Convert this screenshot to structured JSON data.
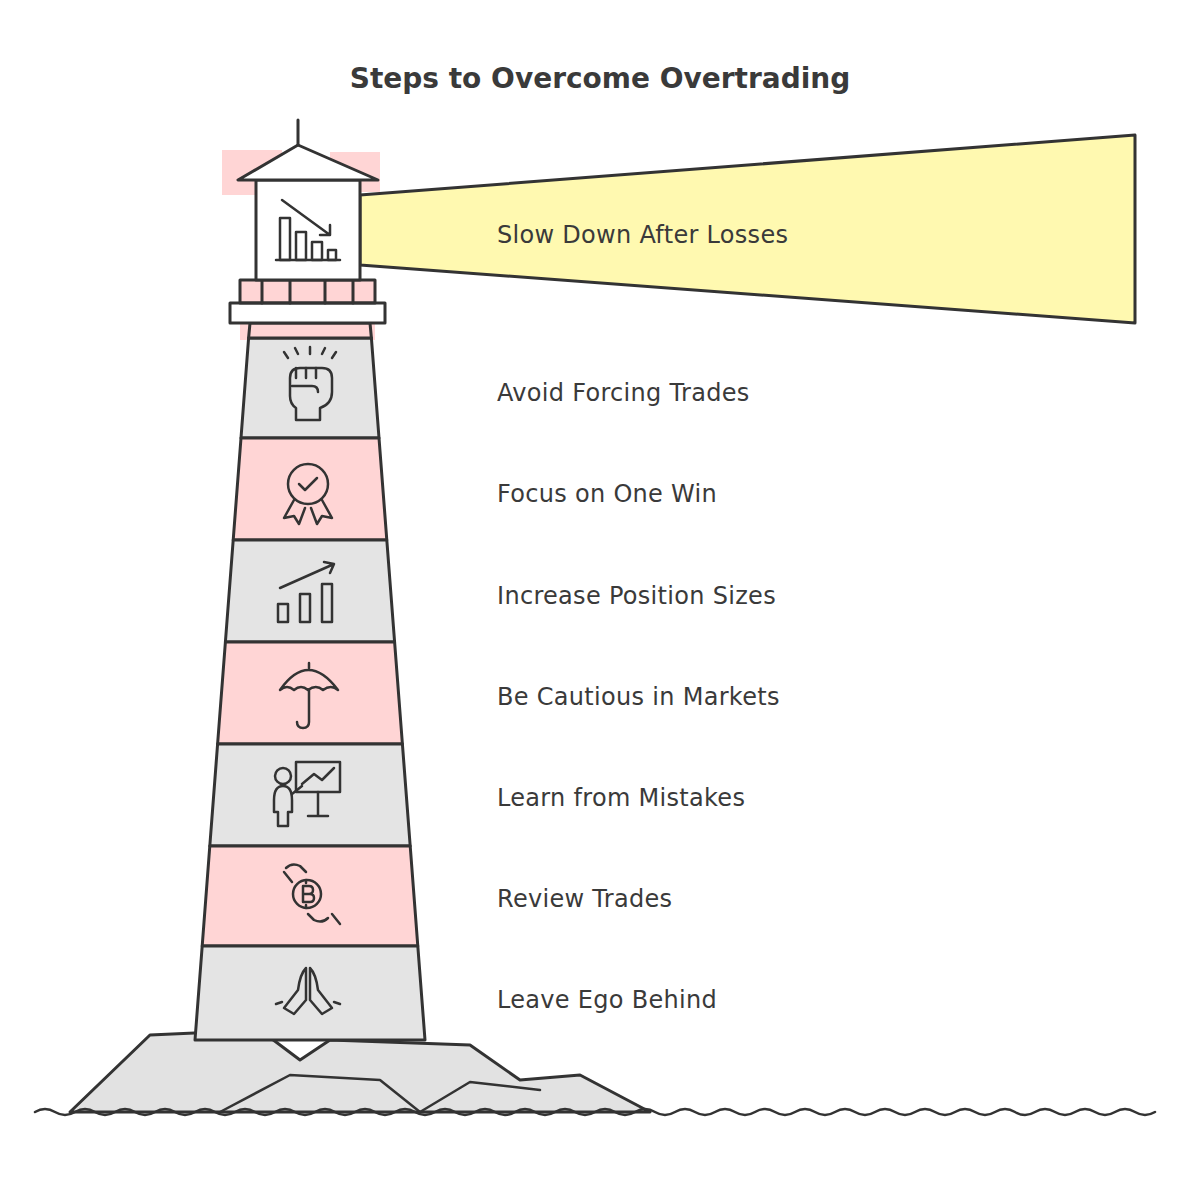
{
  "diagram": {
    "title": "Steps to Overcome Overtrading",
    "nodes": [
      {
        "text": [
          "Slow Down After Losses"
        ]
      },
      {
        "text": [
          "Avoid Forcing Trades"
        ]
      },
      {
        "text": [
          "Focus on One Win"
        ]
      },
      {
        "text": [
          "Increase Position Sizes"
        ]
      },
      {
        "text": [
          "Be Cautious in Markets"
        ]
      },
      {
        "text": [
          "Learn from Mistakes"
        ]
      },
      {
        "text": [
          "Review Trades"
        ]
      },
      {
        "text": [
          "Leave Ego Behind"
        ]
      }
    ]
  }
}
